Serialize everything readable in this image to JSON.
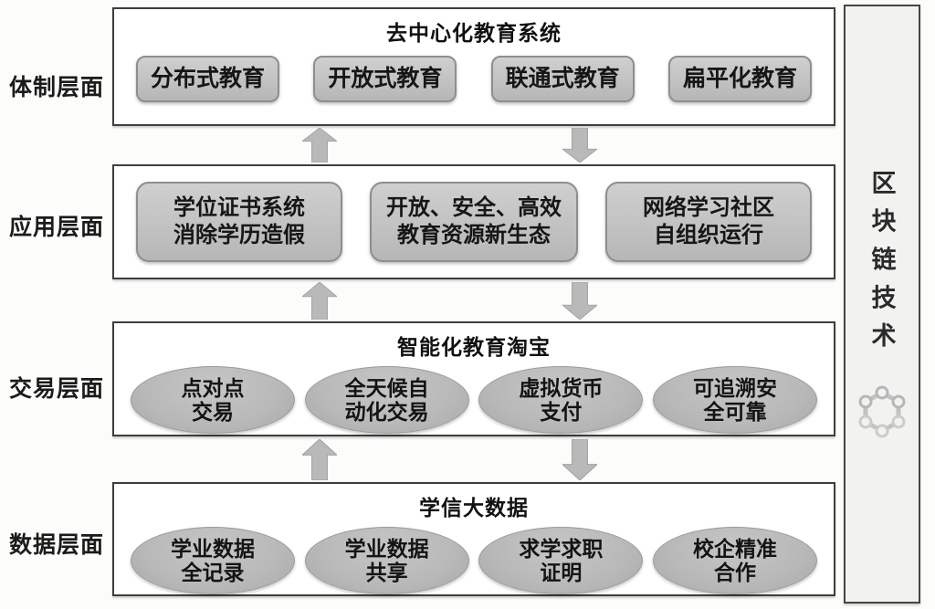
{
  "layers": [
    {
      "side_label": "体制层面",
      "title": "去中心化教育系统",
      "item_shape": "rounded",
      "items": [
        "分布式教育",
        "开放式教育",
        "联通式教育",
        "扁平化教育"
      ]
    },
    {
      "side_label": "应用层面",
      "title": "",
      "item_shape": "rounded-large",
      "items": [
        "学位证书系统\n消除学历造假",
        "开放、安全、高效\n教育资源新生态",
        "网络学习社区\n自组织运行"
      ]
    },
    {
      "side_label": "交易层面",
      "title": "智能化教育淘宝",
      "item_shape": "ellipse",
      "items": [
        "点对点\n交易",
        "全天候自\n动化交易",
        "虚拟货币\n支付",
        "可追溯安\n全可靠"
      ]
    },
    {
      "side_label": "数据层面",
      "title": "学信大数据",
      "item_shape": "ellipse",
      "items": [
        "学业数据\n全记录",
        "学业数据\n共享",
        "求学求职\n证明",
        "校企精准\n合作"
      ]
    }
  ],
  "sidebar": {
    "label": "区块链技术",
    "icon": "blockchain-hexagon-icon"
  },
  "arrows": {
    "between_layers": "bidirectional",
    "up_count": 3,
    "down_count": 3
  },
  "colors": {
    "box_border": "#3e3e3e",
    "pill_fill": "#c2c2c2",
    "pill_border": "#8e8e8e",
    "ellipse_fill": "#b8b8b8",
    "arrow_fill": "#b9b9b9",
    "sidebar_bg": "#f2f2f0",
    "background": "#fcfcfa",
    "text": "#141414"
  }
}
